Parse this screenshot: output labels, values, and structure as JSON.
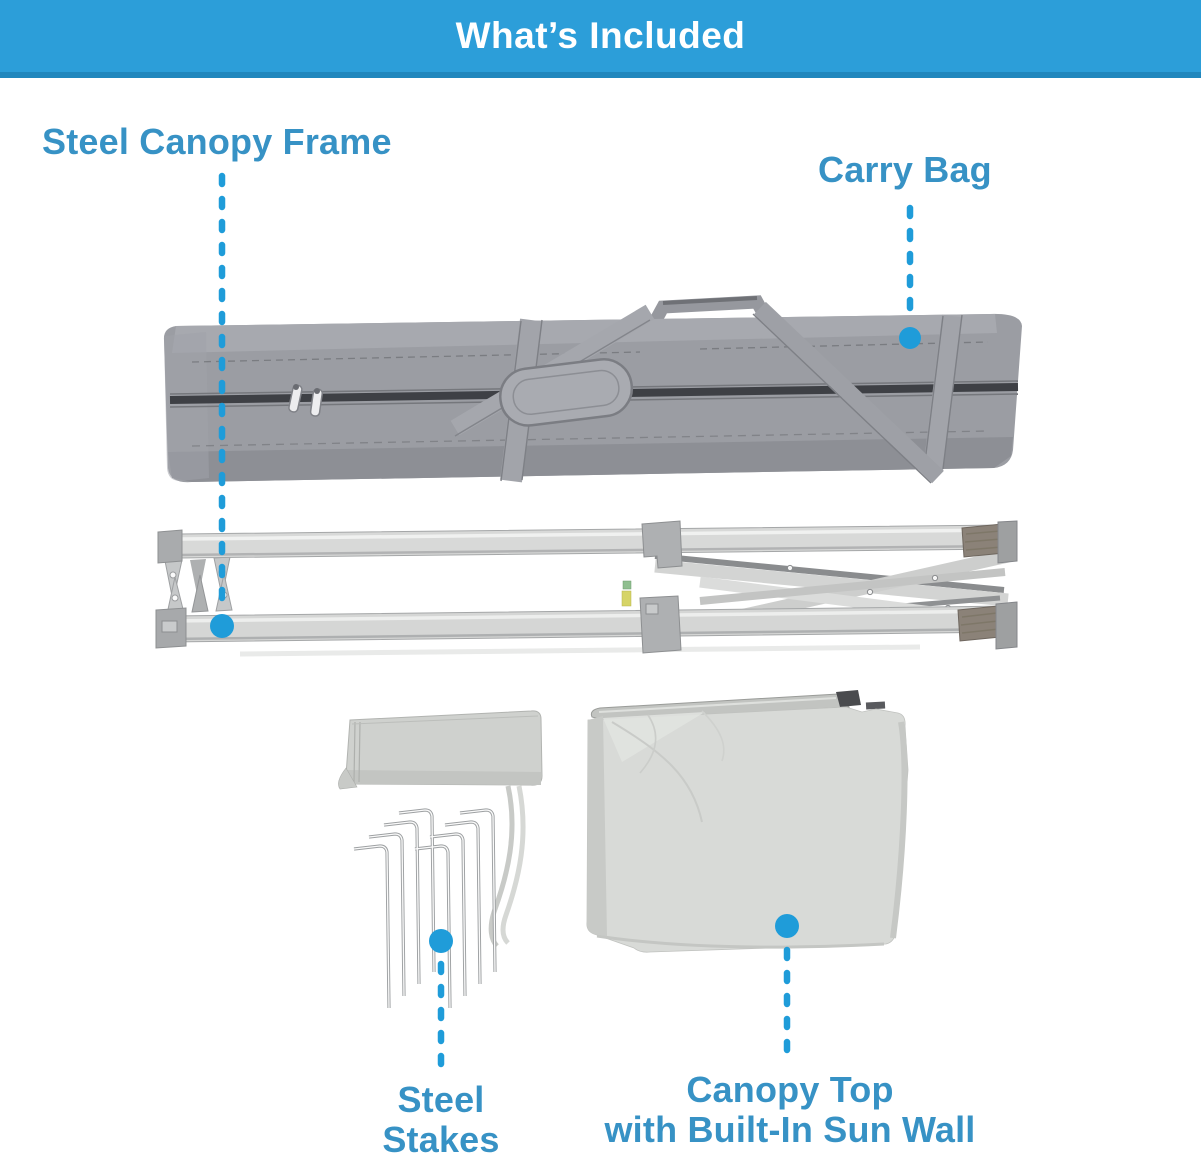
{
  "header": {
    "title": "What’s Included"
  },
  "callouts": {
    "steel_canopy_frame": {
      "label": "Steel Canopy Frame"
    },
    "carry_bag": {
      "label": "Carry Bag"
    },
    "steel_stakes": {
      "line1": "Steel",
      "line2": "Stakes"
    },
    "canopy_top": {
      "line1": "Canopy Top",
      "line2": "with Built-In Sun Wall"
    }
  },
  "colors": {
    "header_bg": "#2C9ED9",
    "header_strip": "#2187BD",
    "header_text": "#FFFFFF",
    "label_text": "#3792C5",
    "leader_line": "#1F9CD9",
    "bag_gray": "#9B9DA3",
    "zipper_dark": "#3E4045",
    "frame_gray": "#D8D9D8",
    "fabric_gray": "#D8DAD7"
  },
  "graphics": [
    {
      "name": "carry-bag-photo"
    },
    {
      "name": "canopy-frame-photo"
    },
    {
      "name": "stakes-pouch-photo"
    },
    {
      "name": "steel-stakes-photo"
    },
    {
      "name": "canopy-top-photo"
    },
    {
      "name": "leader-dotted-lines"
    }
  ]
}
